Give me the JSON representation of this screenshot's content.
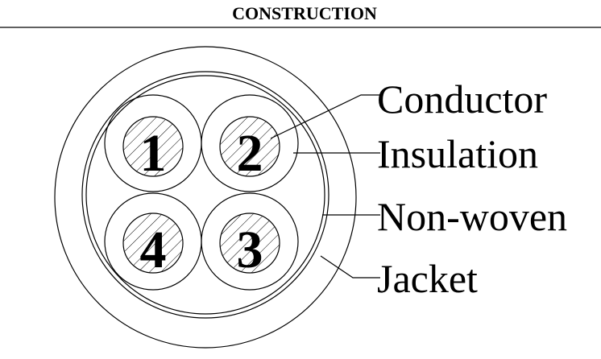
{
  "title": "CONSTRUCTION",
  "labels": {
    "conductor": "Conductor",
    "insulation": "Insulation",
    "nonwoven": "Non-woven",
    "jacket": "Jacket"
  },
  "cores": [
    "1",
    "2",
    "3",
    "4"
  ],
  "colors": {
    "line": "#000000",
    "background": "#ffffff"
  }
}
